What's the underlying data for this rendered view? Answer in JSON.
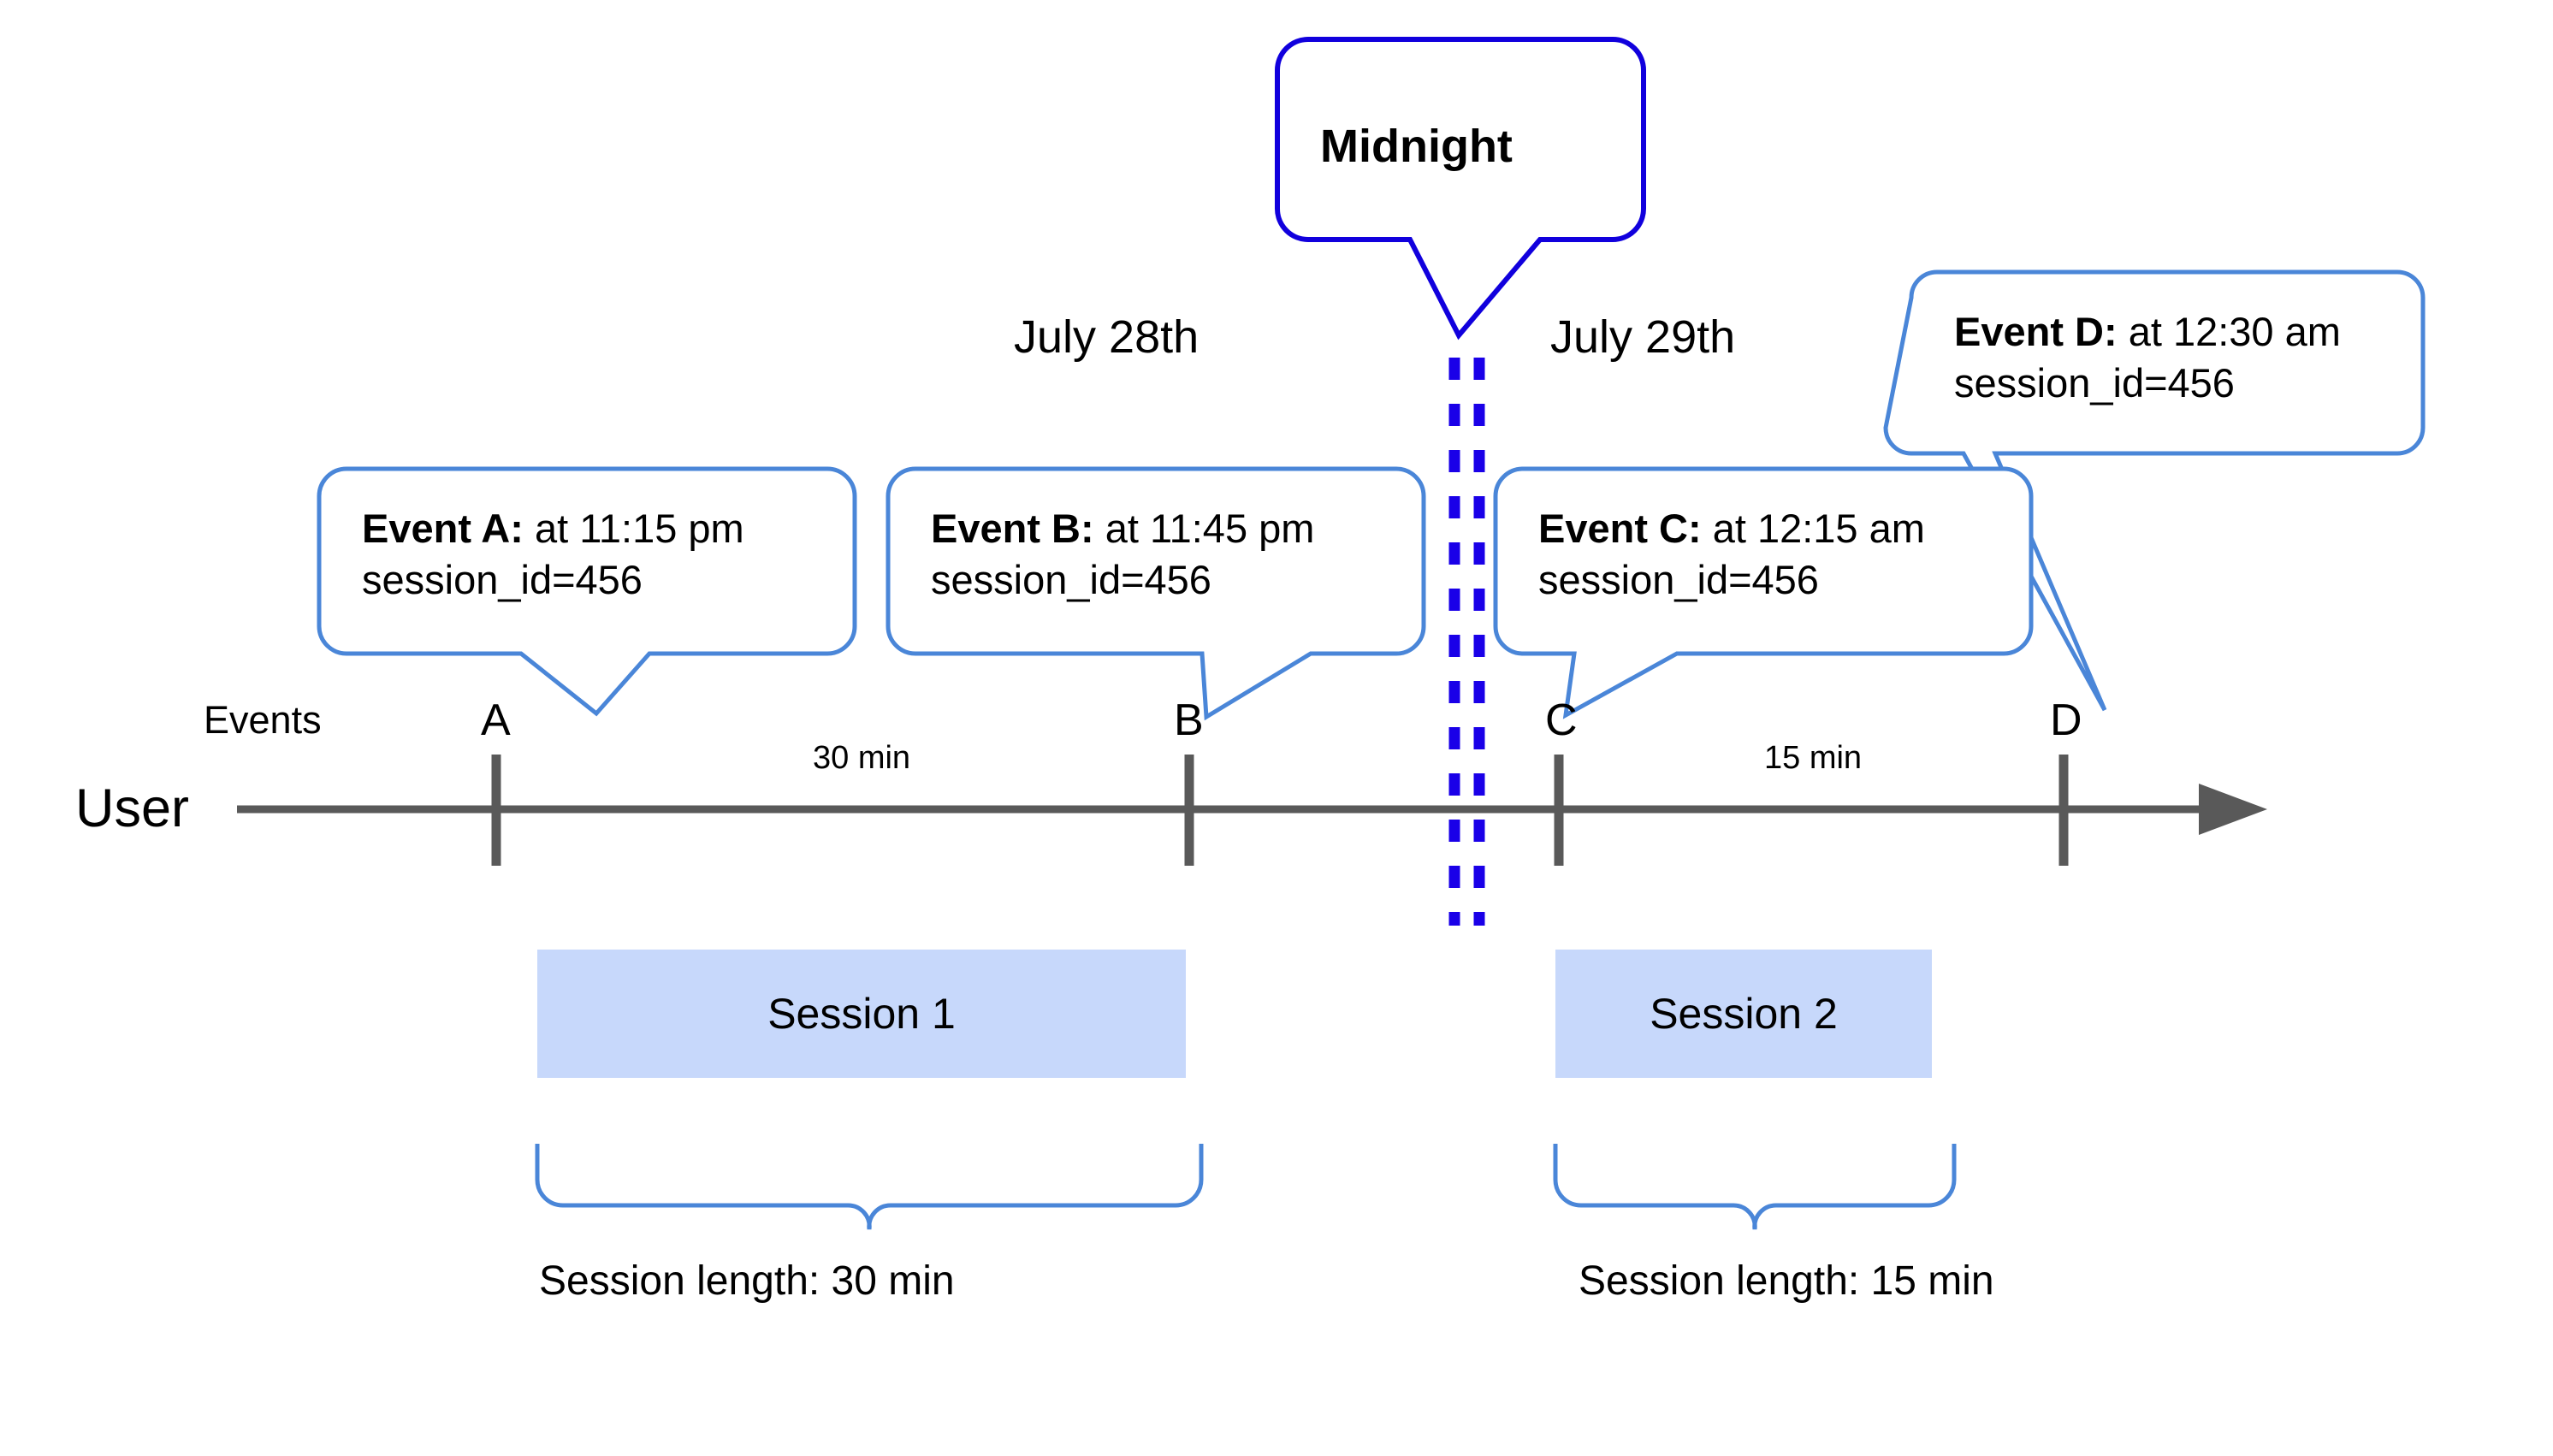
{
  "diagram": {
    "title_note": "Sessionization timeline across midnight",
    "colors": {
      "callout_border": "#4a86d8",
      "midnight_border": "#1100dd",
      "midnight_dash": "#1a00e8",
      "axis": "#595959",
      "session_fill": "#c7d8fb",
      "brace": "#4a86d8",
      "text": "#000000"
    },
    "axis": {
      "row_label_user": "User",
      "row_label_events": "Events"
    },
    "dates": {
      "left": "July 28th",
      "right": "July 29th"
    },
    "midnight": {
      "label": "Midnight"
    },
    "events": [
      {
        "letter": "A",
        "title": "Event A:",
        "detail": " at 11:15 pm",
        "line2": "session_id=456"
      },
      {
        "letter": "B",
        "title": "Event B:",
        "detail": " at 11:45 pm",
        "line2": "session_id=456"
      },
      {
        "letter": "C",
        "title": "Event C:",
        "detail": " at 12:15 am",
        "line2": "session_id=456"
      },
      {
        "letter": "D",
        "title": "Event D:",
        "detail": " at 12:30 am",
        "line2": "session_id=456"
      }
    ],
    "durations": [
      {
        "label": "30 min"
      },
      {
        "label": "15 min"
      }
    ],
    "sessions": [
      {
        "name": "Session 1",
        "length_label": "Session length: 30 min"
      },
      {
        "name": "Session 2",
        "length_label": "Session length: 15 min"
      }
    ]
  }
}
